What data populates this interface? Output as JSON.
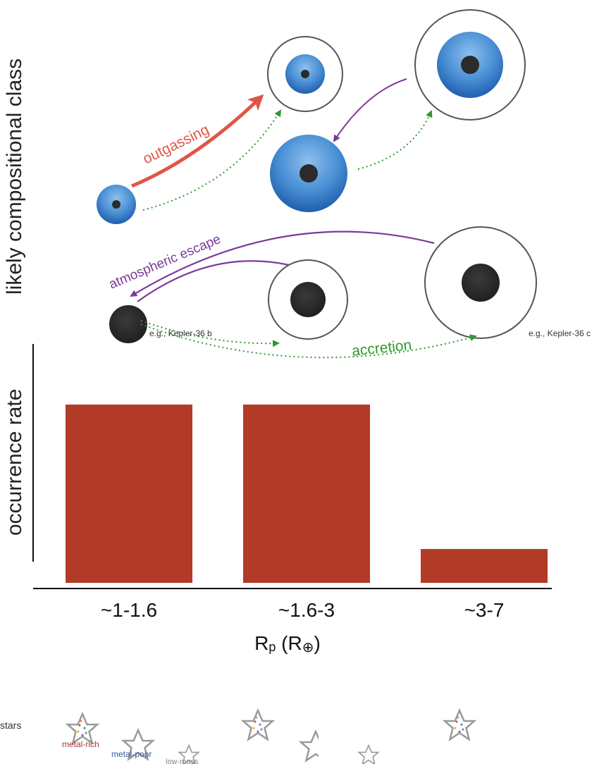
{
  "top_axis_label": "likely compositional class",
  "process_labels": {
    "outgassing": "outgassing",
    "atmospheric_escape": "atmospheric escape",
    "accretion": "accretion"
  },
  "annotations": {
    "small_planet_example": "e.g., Kepler-36 b",
    "large_planet_example": "e.g., Kepler-36 c"
  },
  "stars_label": "stars",
  "star_labels": {
    "metal_rich": "metal-rich",
    "metal_poor": "metal-poor",
    "low_mass": "low-mass"
  },
  "colors": {
    "bar": "#b23b28",
    "ocean_planet": "#3f86cc",
    "core": "#2b2b2b",
    "outgassing_arrow": "#e0554a",
    "escape_arrow": "#7a3a99",
    "accretion_arrow": "#2e9a2e"
  },
  "chart_data": {
    "type": "bar",
    "categories": [
      "~1-1.6",
      "~1.6-3",
      "~3-7"
    ],
    "values": [
      1.0,
      1.0,
      0.19
    ],
    "ylabel": "occurrence rate",
    "xlabel_base": "R",
    "xlabel_sub": "p",
    "xlabel_unit": " (R",
    "xlabel_unit_sub": "⊕",
    "xlabel_close": ")",
    "ylim": [
      0,
      1
    ]
  }
}
